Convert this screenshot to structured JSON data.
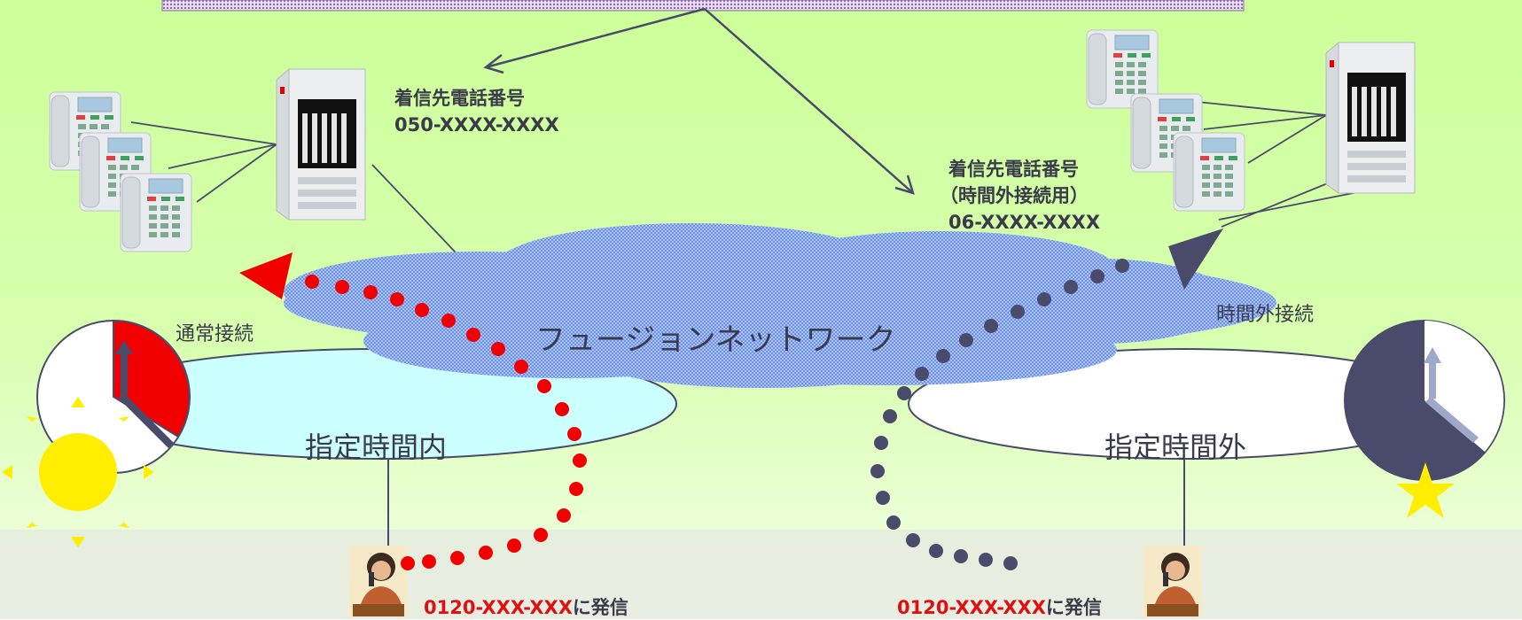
{
  "network": {
    "label": "フュージョンネットワーク"
  },
  "destinations": {
    "normal": {
      "caption": "着信先電話番号",
      "number": "050-XXXX-XXXX"
    },
    "after_hours": {
      "caption": "着信先電話番号",
      "note": "（時間外接続用）",
      "number": "06-XXXX-XXXX"
    }
  },
  "routes": {
    "normal": "通常接続",
    "after_hours": "時間外接続"
  },
  "zones": {
    "within": "指定時間内",
    "outside": "指定時間外"
  },
  "callers": {
    "left": {
      "number": "0120-XXX-XXX",
      "suffix": "に発信"
    },
    "right": {
      "number": "0120-XXX-XXX",
      "suffix": "に発信"
    }
  },
  "colors": {
    "route_normal": "#f00000",
    "route_after_hours": "#4a4a6a",
    "sky_top": "#ccff99",
    "sky_bottom": "#f4ffe8",
    "cloud": "#8fb0f2"
  }
}
